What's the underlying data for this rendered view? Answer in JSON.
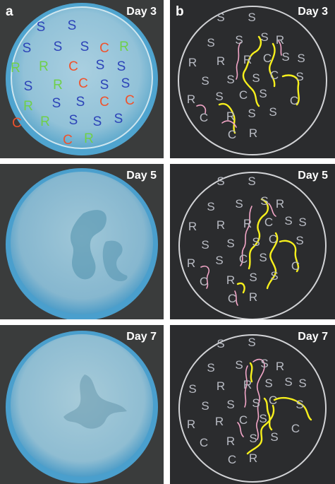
{
  "panel_labels": {
    "a": "a",
    "b": "b"
  },
  "day_labels": [
    "Day 3",
    "Day 5",
    "Day 7"
  ],
  "letters": {
    "S": "S",
    "R": "R",
    "C": "C"
  },
  "colors": {
    "S": "#2c43b8",
    "R": "#6fd04a",
    "C": "#f0522c",
    "diagram_letter": "#b9bcc4",
    "yellow_trace": "#f7f01c",
    "pink_trace": "#f3a6c8",
    "plate_outline": "#d2d3d6",
    "panel_background": "#2b2c2e"
  }
}
